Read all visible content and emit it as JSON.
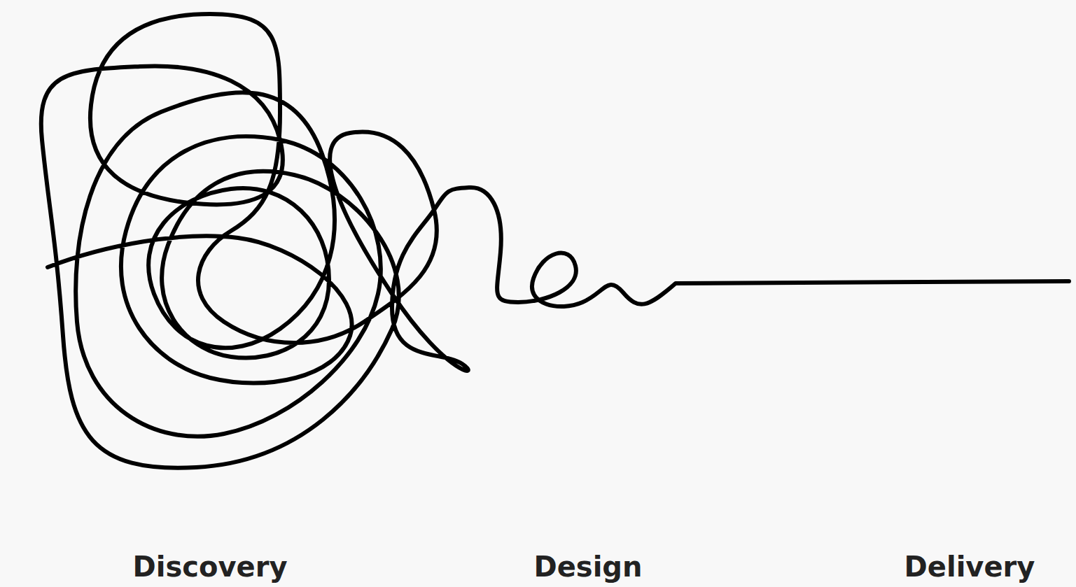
{
  "diagram": {
    "labels": [
      "Discovery",
      "Design",
      "Delivery"
    ]
  }
}
